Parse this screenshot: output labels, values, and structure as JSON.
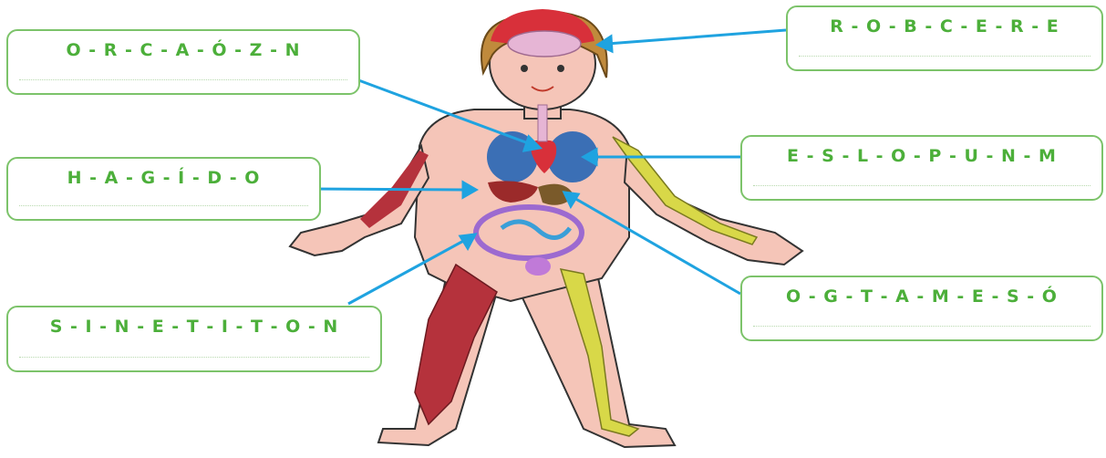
{
  "labels": {
    "corazon": "O-R-C-A-Ó-Z-N",
    "higado": "H-A-G-Í-D-O",
    "intestino": "S-I-N-E-T-I-T-O-N",
    "cerebro": "R-O-B-C-E-R-E",
    "pulmones": "E-S-L-O-P-U-N-M",
    "estomago": "O-G-T-A-M-E-S-Ó"
  },
  "colors": {
    "box_border": "#7cc36a",
    "label_text": "#4caf3a",
    "arrow": "#1fa3e0"
  }
}
